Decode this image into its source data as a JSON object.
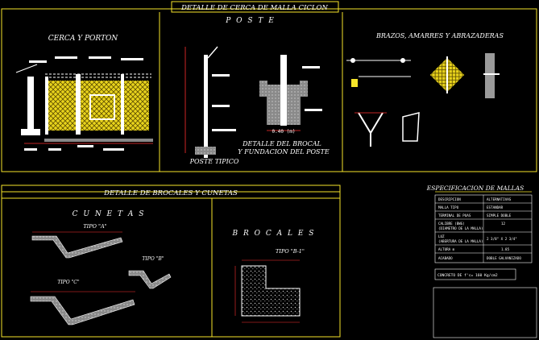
{
  "colors": {
    "background": "#000000",
    "frame": "#f6e52a",
    "text": "#ffffff",
    "mesh": "#e8d31c",
    "post": "#ffffff",
    "concrete": "#9a9a9a",
    "dimension": "#ff3030",
    "accent": "#00ffff"
  },
  "top_panel": {
    "title": "DETALLE DE CERCA DE MALLA CICLON"
  },
  "cerca": {
    "title": "CERCA Y PORTON"
  },
  "poste": {
    "title": "P O S T E",
    "tipico": "POSTE TIPICO",
    "detalle_l1": "DETALLE DEL BROCAL",
    "detalle_l2": "Y FUNDACION DEL POSTE",
    "dim_center": "0.40 (m)"
  },
  "brazos": {
    "title": "BRAZOS, AMARRES Y ABRAZADERAS"
  },
  "bottom_panel": {
    "title": "DETALLE DE BROCALES Y CUNETAS"
  },
  "cunetas": {
    "title": "C U N E T A S",
    "tipo_a": "TIPO \"A\"",
    "tipo_b": "TIPO \"B\"",
    "tipo_c": "TIPO \"C\""
  },
  "brocales": {
    "title": "B R O C A L E S",
    "tipo": "TIPO \"B-1\""
  },
  "spec": {
    "title": "ESPECIFICACION DE MALLAS",
    "rows": [
      {
        "label": "DESCRIPCION",
        "value": "ALTERNATIVAS"
      },
      {
        "label": "MALLA TIPO",
        "value": "ESTANDAR"
      },
      {
        "label": "TERMINAL DE PUAS",
        "value": "SIMPLE    DOBLE"
      },
      {
        "label": "CALIBRE (BWG)",
        "value": "12"
      },
      {
        "label": "(DIAMETRO DE LA MALLA)",
        "value": ""
      },
      {
        "label": "LUZ",
        "value": "2 3/8\" X 2 3/4\""
      },
      {
        "label": "(ABERTURA DE LA MALLA)",
        "value": ""
      },
      {
        "label": "ALTURA m",
        "value": "1.85"
      },
      {
        "label": "ACABADO",
        "value": "DOBLE GALVANIZADO"
      }
    ],
    "concrete": "CONCRETO DE f'c= 160 Kg/cm2"
  }
}
